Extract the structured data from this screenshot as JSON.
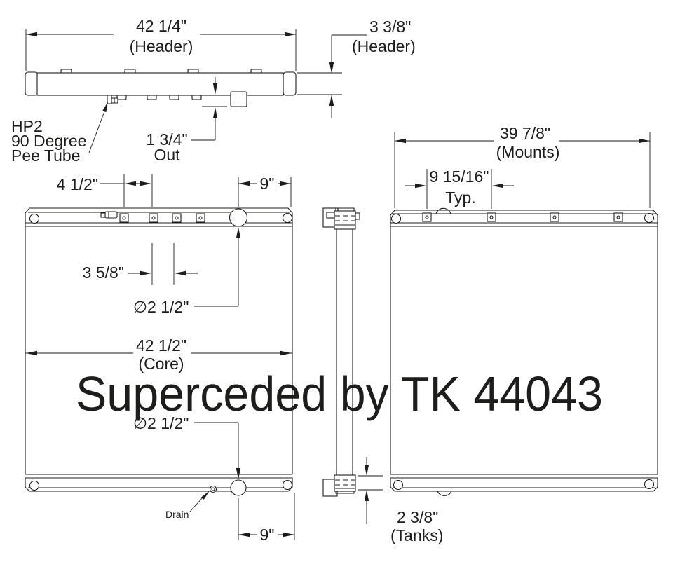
{
  "watermark": {
    "text": "Superceded by TK 44043"
  },
  "colors": {
    "ink": "#1d1d1b",
    "background": "#ffffff"
  },
  "top_view": {
    "dim_header_width_value": "42 1/4\"",
    "dim_header_width_label": "(Header)",
    "dim_header_height_value": "3 3/8\"",
    "dim_header_height_label": "(Header)",
    "callout_pee_tube_line1": "HP2",
    "callout_pee_tube_line2": "90 Degree",
    "callout_pee_tube_line3": "Pee Tube",
    "dim_outlet_value": "1 3/4\"",
    "dim_outlet_label": "Out"
  },
  "front_view": {
    "dim_tab_spacing_left": "4 1/2\"",
    "dim_filler_offset": "9\"",
    "dim_tab_spacing_mid": "3 5/8\"",
    "dim_filler_diameter": "∅2 1/2\"",
    "dim_core_width_value": "42 1/2\"",
    "dim_core_width_label": "(Core)",
    "dim_outlet_diameter": "∅2 1/2\"",
    "callout_drain": "Drain",
    "dim_outlet_offset": "9\""
  },
  "rear_view": {
    "dim_mounts_value": "39 7/8\"",
    "dim_mounts_label": "(Mounts)",
    "dim_mount_spacing_value": "9 15/16\"",
    "dim_mount_spacing_label": "Typ."
  },
  "side_view": {
    "dim_tanks_value": "2 3/8\"",
    "dim_tanks_label": "(Tanks)"
  }
}
